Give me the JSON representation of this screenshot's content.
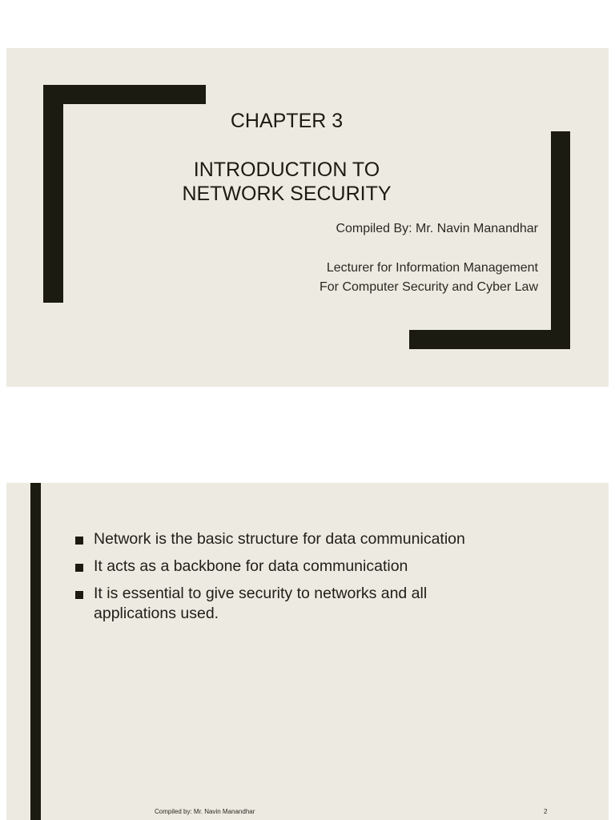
{
  "slide1": {
    "chapter": "CHAPTER 3",
    "title_line1": "INTRODUCTION TO",
    "title_line2": "NETWORK SECURITY",
    "compiled_by": "Compiled By: Mr. Navin Manandhar",
    "lecturer_line1": "Lecturer for Information Management",
    "lecturer_line2": "For Computer Security and Cyber Law"
  },
  "slide2": {
    "bullets": [
      "Network is the basic structure for data communication",
      "It acts as a backbone for data communication",
      "It is essential to give security to networks and all applications used."
    ],
    "footer_text": "Compiled by: Mr. Navin Manandhar",
    "page_number": "2"
  },
  "colors": {
    "slide_background": "#edeae1",
    "accent_dark": "#1b1b12"
  }
}
